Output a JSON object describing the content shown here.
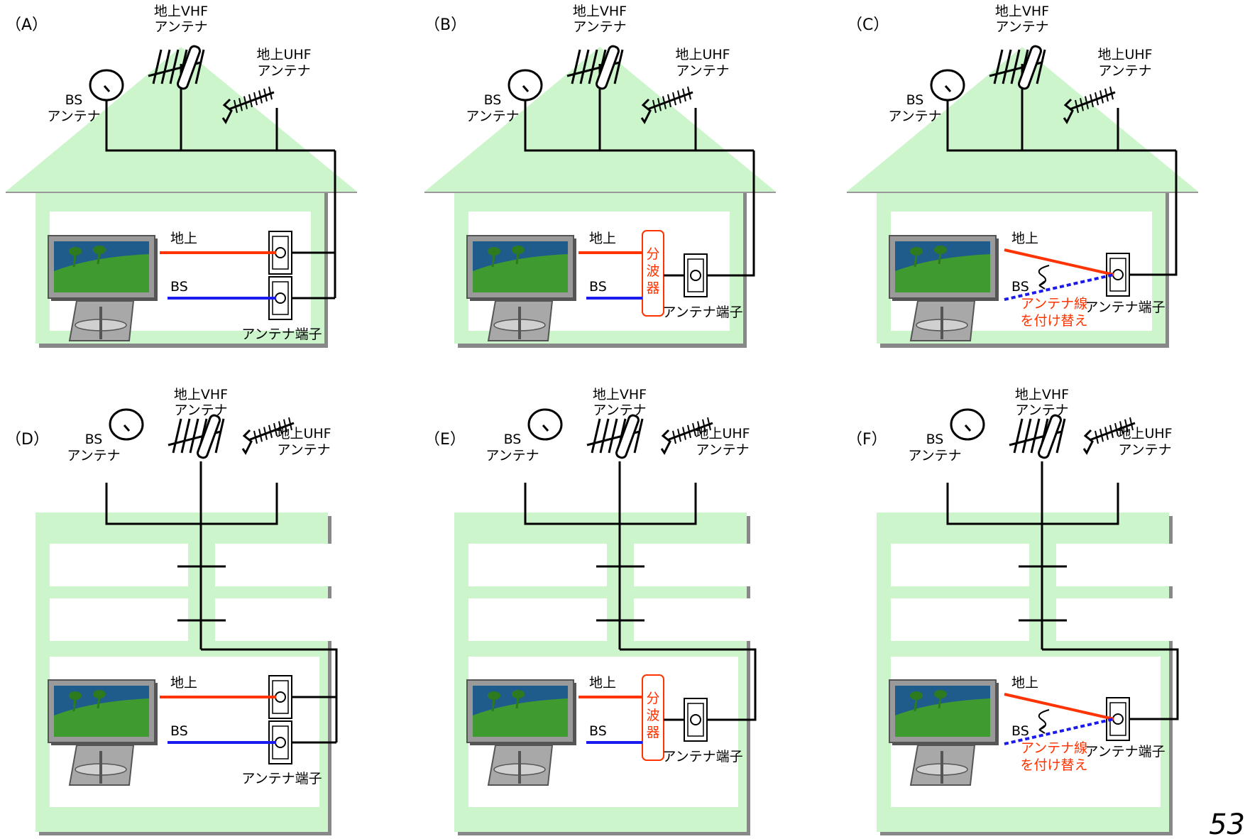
{
  "diagram": {
    "colors": {
      "house_fill": "#ccf5cc",
      "room_fill": "#ffffff",
      "terrestrial_cable": "#ff3300",
      "bs_cable": "#1a1aee",
      "antenna_cable": "#000000",
      "splitter_border": "#ff3300",
      "splitter_text": "#ff3300"
    },
    "labels": {
      "vhf": [
        "地上VHF",
        "アンテナ"
      ],
      "uhf": [
        "地上UHF",
        "アンテナ"
      ],
      "bs": [
        "BS",
        "アンテナ"
      ],
      "terrestrial": "地上",
      "bs_line": "BS",
      "terminal": "アンテナ端子",
      "splitter": [
        "分",
        "波",
        "器"
      ],
      "reconnect": [
        "アンテナ線",
        "を付け替え"
      ]
    },
    "panels": [
      {
        "id": "A",
        "label": "（A）",
        "building": "house",
        "connection": "two-terminals"
      },
      {
        "id": "B",
        "label": "（B）",
        "building": "house",
        "connection": "splitter"
      },
      {
        "id": "C",
        "label": "（C）",
        "building": "house",
        "connection": "reconnect"
      },
      {
        "id": "D",
        "label": "（D）",
        "building": "apartment",
        "connection": "two-terminals"
      },
      {
        "id": "E",
        "label": "（E）",
        "building": "apartment",
        "connection": "splitter"
      },
      {
        "id": "F",
        "label": "（F）",
        "building": "apartment",
        "connection": "reconnect"
      }
    ],
    "page_number": "53"
  }
}
